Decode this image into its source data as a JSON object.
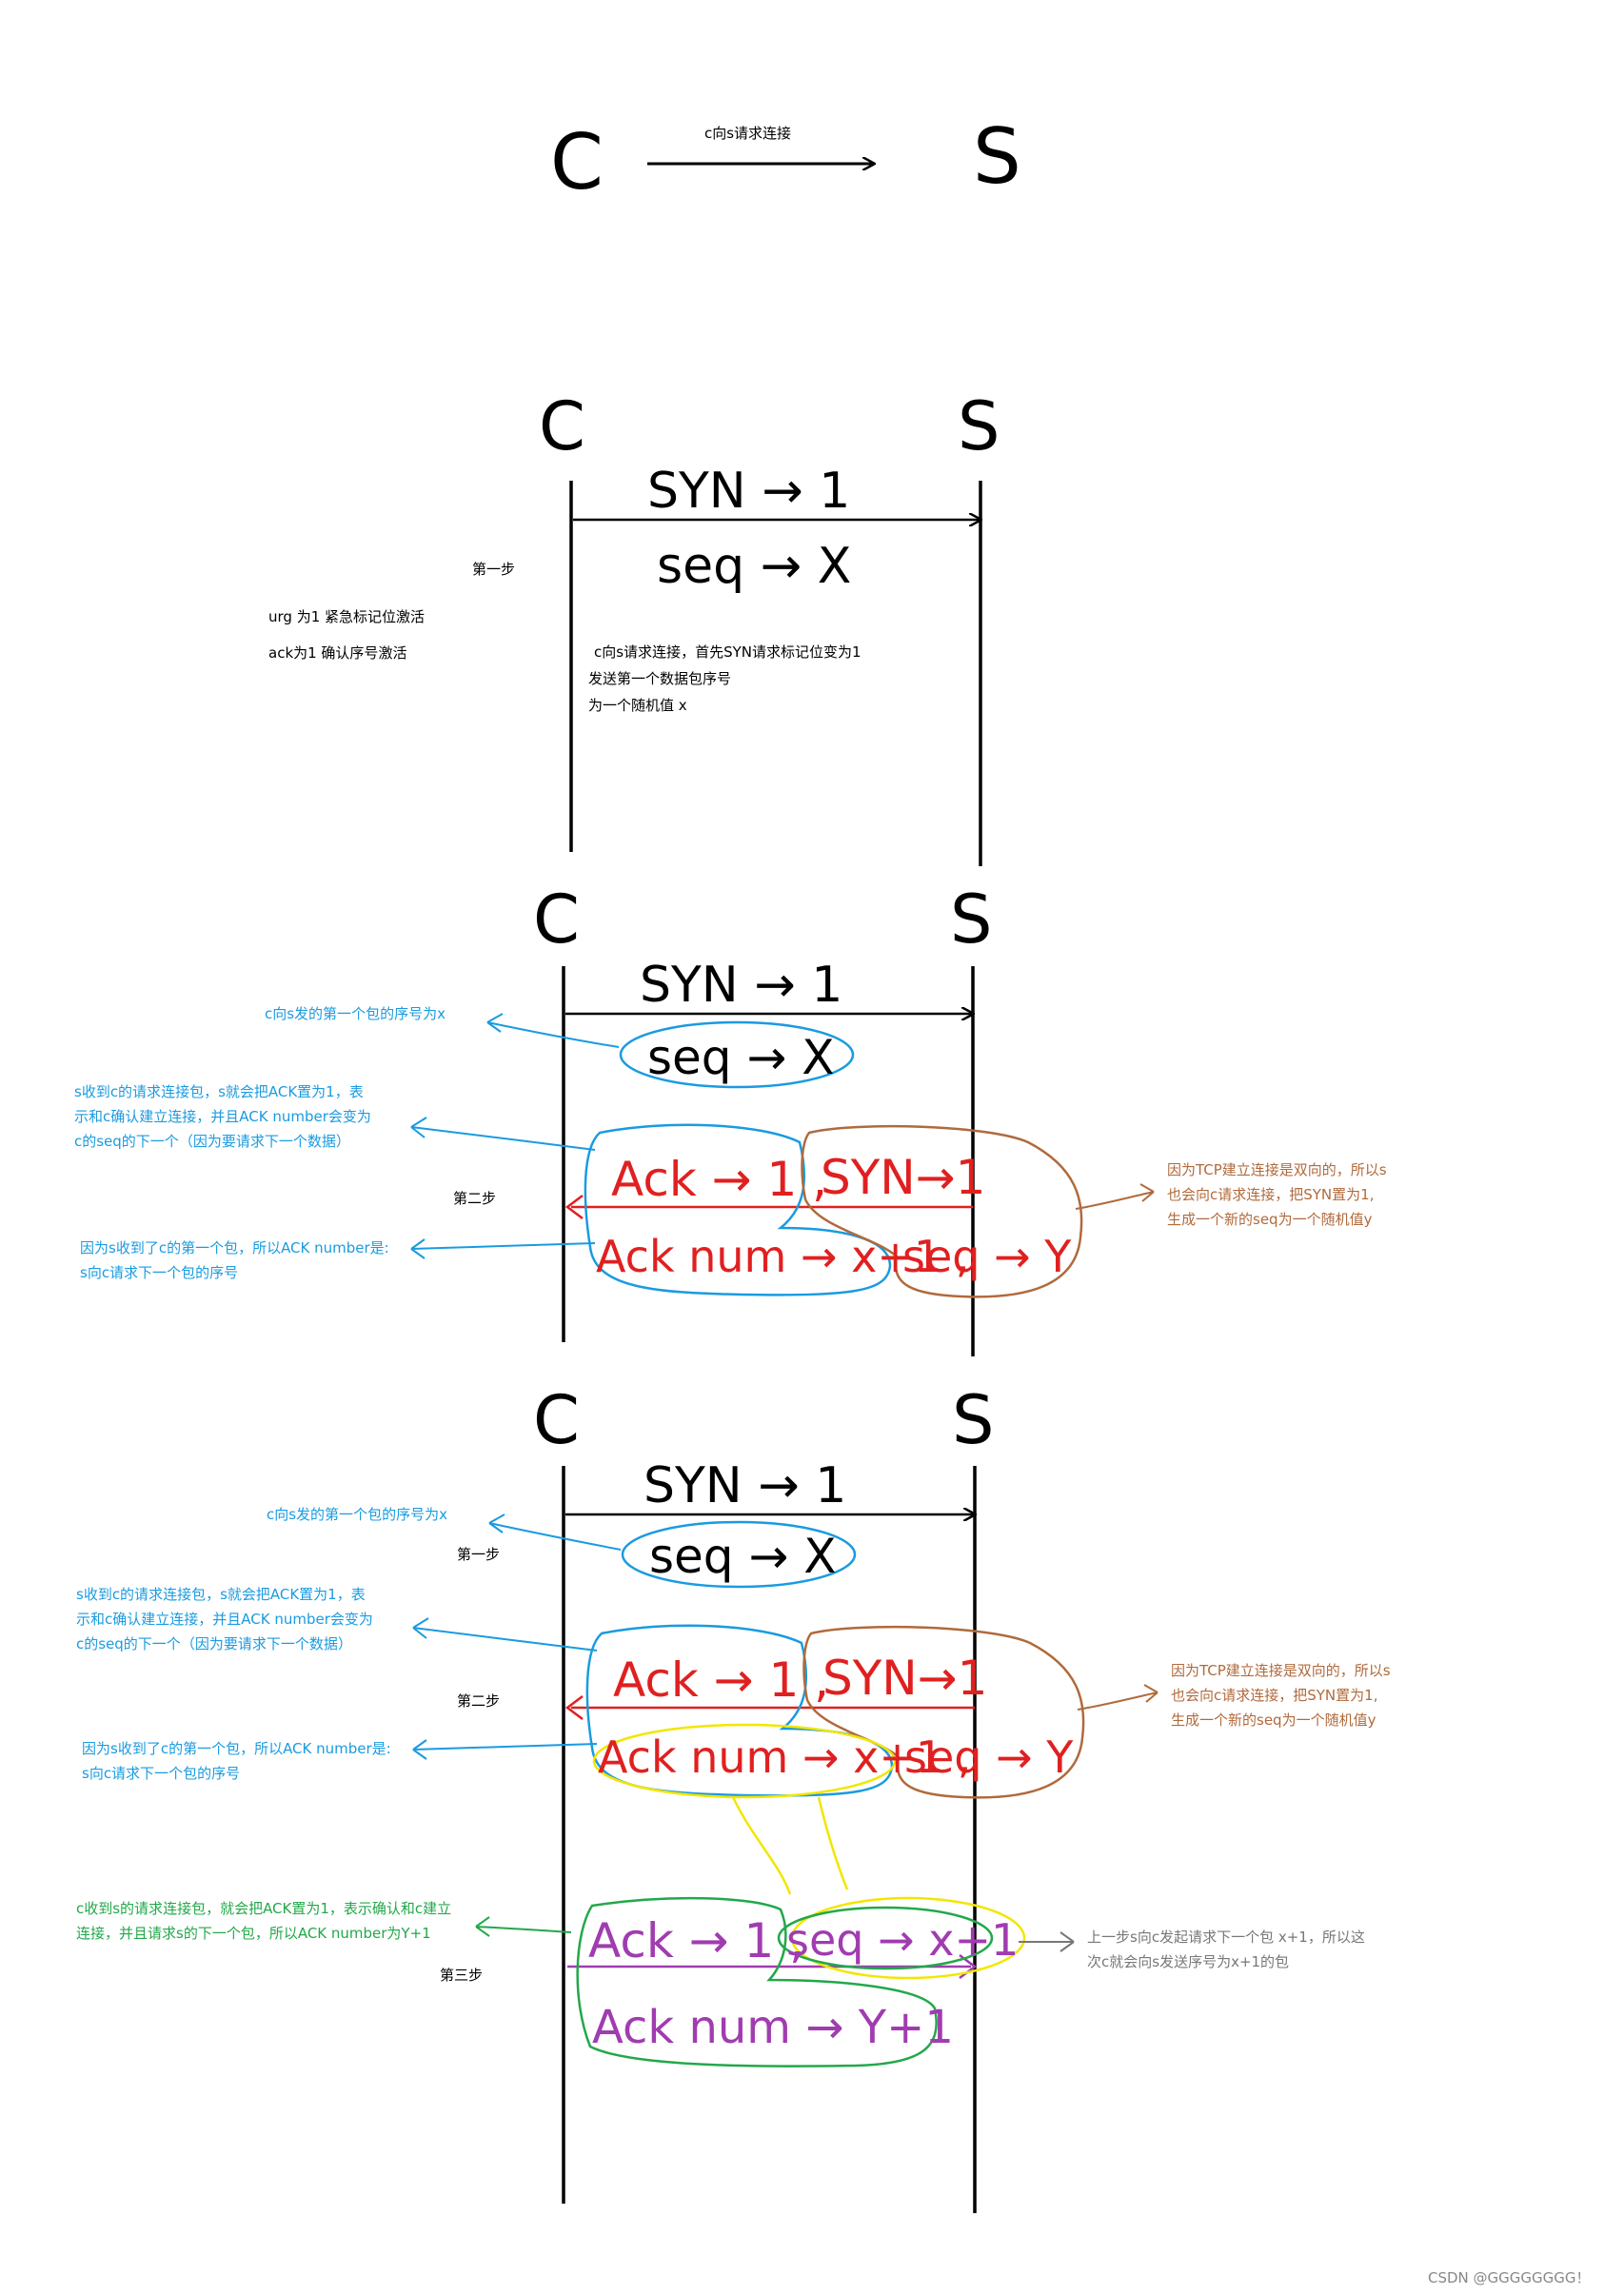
{
  "colors": {
    "ink": "#000000",
    "blue": "#1a9be0",
    "red": "#e02020",
    "brown": "#b06a3c",
    "green": "#22a84a",
    "purple": "#a03cb0",
    "yellow": "#f2e600",
    "gray": "#777777"
  },
  "fig1": {
    "c": "C",
    "s": "S",
    "caption": "c向s请求连接"
  },
  "fig2": {
    "c": "C",
    "s": "S",
    "syn": "SYN → 1",
    "seq": "seq → X",
    "step_label": "第一步",
    "urg_note": "urg 为1 紧急标记位激活",
    "ack_note": "ack为1 确认序号激活",
    "desc": [
      "c向s请求连接，首先SYN请求标记位变为1",
      "发送第一个数据包序号",
      "为一个随机值  x"
    ]
  },
  "fig3": {
    "c": "C",
    "s": "S",
    "syn": "SYN → 1",
    "seq": "seq → X",
    "step_label": "第二步",
    "ack": "Ack → 1 ,",
    "syn2": "SYN→1",
    "acknum": "Ack num → x+1 ,",
    "seq2": "seq → Y",
    "note_seq": "c向s发的第一个包的序号为x",
    "note_ack": [
      "s收到c的请求连接包，s就会把ACK置为1，表",
      "示和c确认建立连接，并且ACK number会变为",
      "c的seq的下一个（因为要请求下一个数据）"
    ],
    "note_acknum": [
      "因为s收到了c的第一个包，所以ACK number是:",
      "s向c请求下一个包的序号"
    ],
    "note_syn": [
      "因为TCP建立连接是双向的，所以s",
      "也会向c请求连接，把SYN置为1,",
      "生成一个新的seq为一个随机值y"
    ]
  },
  "fig4": {
    "c": "C",
    "s": "S",
    "syn": "SYN → 1",
    "seq": "seq → X",
    "step1_label": "第一步",
    "step2_label": "第二步",
    "step3_label": "第三步",
    "ack": "Ack → 1 ,",
    "syn2": "SYN→1",
    "acknum": "Ack num → x+1 ,",
    "seq2": "seq → Y",
    "ack3": "Ack → 1 ,",
    "seq3": "seq → x+1",
    "acknum3": "Ack num → Y+1",
    "note_seq": "c向s发的第一个包的序号为x",
    "note_ack": [
      "s收到c的请求连接包，s就会把ACK置为1，表",
      "示和c确认建立连接，并且ACK number会变为",
      "c的seq的下一个（因为要请求下一个数据）"
    ],
    "note_acknum": [
      "因为s收到了c的第一个包，所以ACK number是:",
      "s向c请求下一个包的序号"
    ],
    "note_syn": [
      "因为TCP建立连接是双向的，所以s",
      "也会向c请求连接，把SYN置为1,",
      "生成一个新的seq为一个随机值y"
    ],
    "note_green": [
      "c收到s的请求连接包，就会把ACK置为1，表示确认和c建立",
      "连接，并且请求s的下一个包，所以ACK number为Y+1"
    ],
    "note_gray": [
      "上一步s向c发起请求下一个包 x+1，所以这",
      "次c就会向s发送序号为x+1的包"
    ]
  },
  "watermark": "CSDN @GGGGGGGG！"
}
